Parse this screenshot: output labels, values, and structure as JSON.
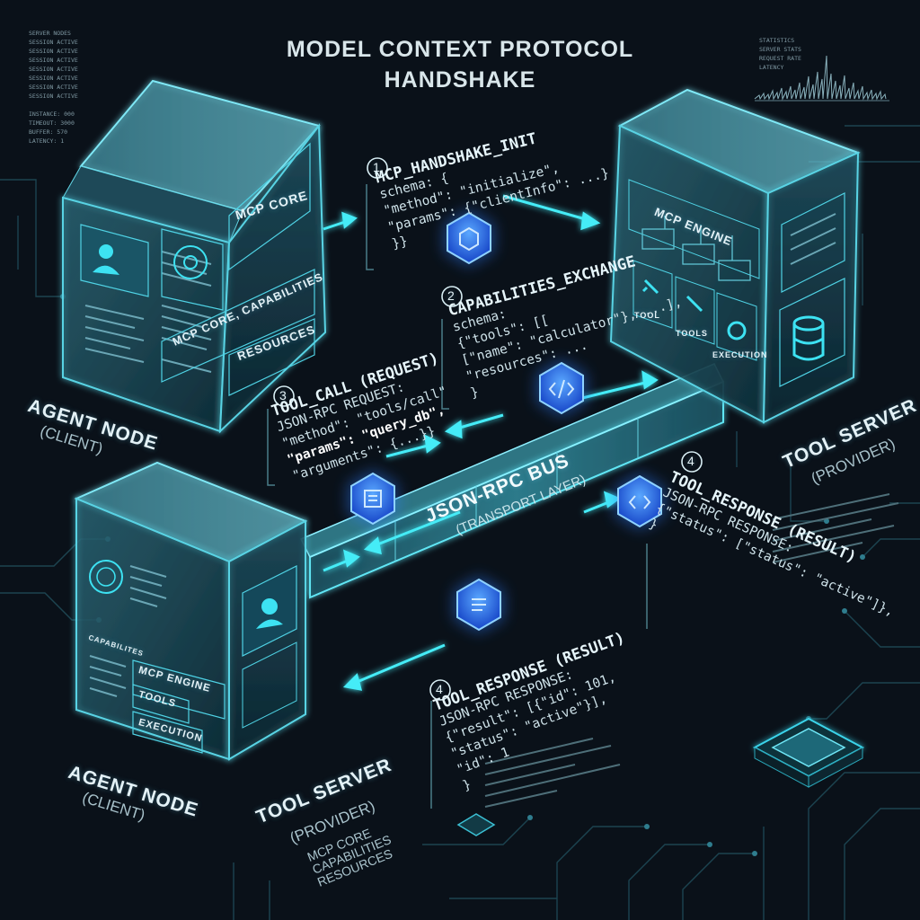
{
  "title": {
    "line1": "MODEL CONTEXT PROTOCOL",
    "line2": "HANDSHAKE"
  },
  "nodes": {
    "agent_top": {
      "label": "AGENT NODE",
      "role": "(CLIENT)",
      "panels": {
        "core": "MCP CORE",
        "capabilities": "MCP CORE, CAPABILITIES",
        "resources": "RESOURCES"
      }
    },
    "tool_top": {
      "label": "TOOL SERVER",
      "role": "(PROVIDER)",
      "panels": {
        "engine": "MCP ENGINE",
        "tool": "TOOL",
        "tools": "TOOLS",
        "execution": "EXECUTION"
      }
    },
    "agent_bottom": {
      "label": "AGENT NODE",
      "role": "(CLIENT)",
      "panels": {
        "capabilities": "CAPABILITES",
        "engine": "MCP ENGINE",
        "tools": "TOOLS",
        "execution": "EXECUTION"
      }
    },
    "tool_bottom": {
      "label": "TOOL SERVER",
      "role": "(PROVIDER)",
      "extra": [
        "MCP CORE",
        "CAPABILITIES",
        "RESOURCES"
      ]
    }
  },
  "bus": {
    "label": "JSON-RPC BUS",
    "sub": "(TRANSPORT LAYER)"
  },
  "steps": [
    {
      "num": "1",
      "name": "MCP_HANDSHAKE_INIT",
      "lines": [
        "schema: {",
        "\"method\": \"initialize\",",
        "\"params\": {\"clientInfo\": ...}",
        "}}"
      ]
    },
    {
      "num": "2",
      "name": "CAPABILITIES_EXCHANGE",
      "lines": [
        "schema:",
        "{\"tools\": [[",
        "[\"name\": \"calculator\"}, ...],",
        "\"resources\": ...",
        "}"
      ]
    },
    {
      "num": "3",
      "name": "TOOL_CALL (REQUEST)",
      "lines": [
        "JSON-RPC REQUEST:",
        "\"method\": \"tools/call\"",
        "\"params\": \"query_db\",",
        "\"arguments\": {...}}"
      ]
    },
    {
      "num": "4",
      "name": "TOOL_RESPONSE (RESULT)",
      "lines": [
        "JSON-RPC RESPONSE:",
        "{\"status\": [\"status\": \"active\"]},",
        "}"
      ]
    },
    {
      "num": "4",
      "name": "TOOL_RESPONSE (RESULT)",
      "lines": [
        "JSON-RPC RESPONSE:",
        "{\"result\": [{\"id\": 101,",
        "\"status\": \"active\"}],",
        "\"id\": 1",
        "}"
      ]
    }
  ],
  "deco": {
    "topleft": [
      "SERVER NODES",
      "SESSION ACTIVE",
      "SESSION ACTIVE",
      "SESSION ACTIVE",
      "SESSION ACTIVE",
      "SESSION ACTIVE",
      "SESSION ACTIVE",
      "SESSION ACTIVE",
      "",
      "INSTANCE: 000",
      "TIMEOUT: 3000",
      "BUFFER: 570",
      "LATENCY: 1"
    ],
    "chart": [
      "STATISTICS",
      "SERVER STATS",
      "REQUEST RATE",
      "LATENCY"
    ]
  },
  "colors": {
    "bg": "#0a1119",
    "accent": "#37e0f0",
    "glow": "#6fd6ff",
    "hex": "#2a6cf0"
  }
}
